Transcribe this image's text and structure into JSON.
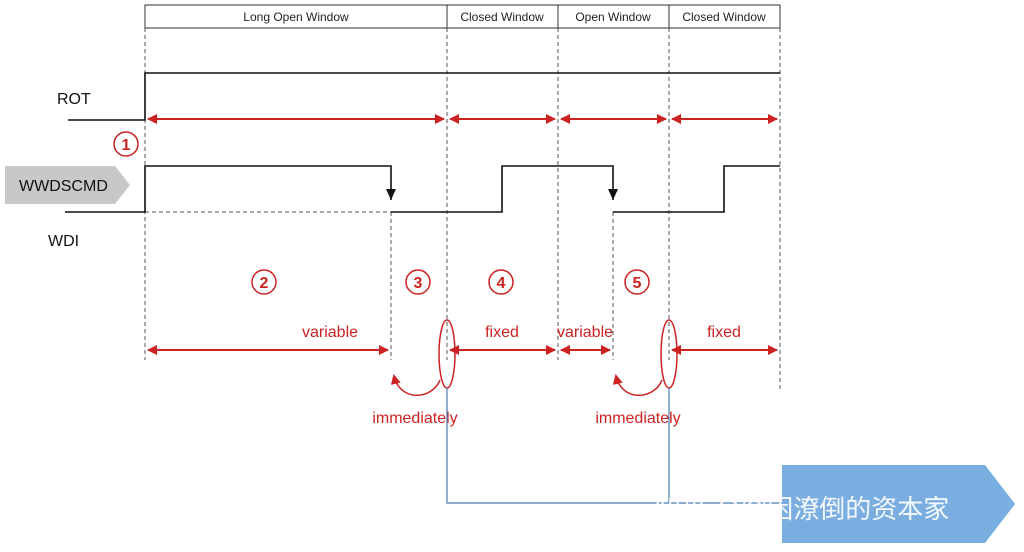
{
  "headers": {
    "long_open_window": "Long Open Window",
    "closed_window_1": "Closed Window",
    "open_window": "Open Window",
    "closed_window_2": "Closed Window"
  },
  "signals": {
    "rot": "ROT",
    "wwdscmd": "WWDSCMD",
    "wdi": "WDI"
  },
  "markers": {
    "m1": "1",
    "m2": "2",
    "m3": "3",
    "m4": "4",
    "m5": "5"
  },
  "labels": {
    "variable_1": "variable",
    "fixed_1": "fixed",
    "variable_2": "variable",
    "fixed_2": "fixed",
    "immediately_1": "immediately",
    "immediately_2": "immediately"
  },
  "watermark": "知乎 @穷困潦倒的资本家",
  "colors": {
    "red": "#cc2222",
    "black": "#111111",
    "blue_line": "#4a7ab0",
    "grey_tag": "#c8c8c8",
    "blue_tag": "#7aaee0"
  }
}
